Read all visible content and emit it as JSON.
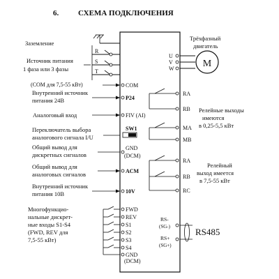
{
  "section": {
    "number": "6.",
    "title": "СХЕМА ПОДКЛЮЧЕНИЯ"
  },
  "left_labels": {
    "ground": "Заземление",
    "power_1": "Источник питания",
    "power_2": "1 фаза или 3 фазы",
    "power_note": "(COM для 7,5-55 кВт)",
    "int24_1": "Внутренний источник",
    "int24_2": "питания 24В",
    "analog_in": "Аналоговый вход",
    "switch_1": "Переключатель выбора",
    "switch_2": "аналогового сигнала I/U",
    "dcm_1": "Общий вывод  для",
    "dcm_2": "дискретных сигналов",
    "acm_1": "Общий вывод  для",
    "acm_2": "аналоговых сигналов",
    "int10_1": "Внутренний источник",
    "int10_2": "питания 10В",
    "multi_1": "Многофункцио-",
    "multi_2": "нальные дискрет-",
    "multi_3": "ные входы S1-S4",
    "multi_4": "(FWD, REV для",
    "multi_5": "7,5-55 кВт)"
  },
  "input_letters": {
    "r": "R",
    "s": "S",
    "t": "T"
  },
  "terminals_left": {
    "com": "COM",
    "p24": "P24",
    "fiv": "FIV (AI)",
    "sw1": "SW1",
    "gnd1": "GND",
    "dcm1": "(DCM)",
    "acm": "ACM",
    "v10": "10V",
    "fwd": "FWD",
    "rev": "REV",
    "s1": "S1",
    "s2": "S2",
    "s3": "S3",
    "s4": "S4",
    "gnd2": "GND",
    "dcm2": "(DCM)"
  },
  "terminals_right": {
    "u": "U",
    "v": "V",
    "w": "W",
    "ra1": "RA",
    "rb1": "RB",
    "ma": "MA",
    "mb": "MB",
    "ra2": "RA",
    "rb2": "RB",
    "rc": "RC",
    "rs_minus": "RS-",
    "sg_minus": "(SG-)",
    "rs_plus": "RS+",
    "sg_plus": "(SG+)"
  },
  "right_labels": {
    "motor_1": "Трёхфазный",
    "motor_2": "двигатель",
    "motor_symbol": "M",
    "relay1_1": "Релейные выходы",
    "relay1_2": "имеются",
    "relay1_3": "в 0,25-5,5 кВт",
    "relay2_1": "Релейный",
    "relay2_2": "выход имеется",
    "relay2_3": "в 7,5-55 кВт",
    "rs485": "RS485"
  }
}
